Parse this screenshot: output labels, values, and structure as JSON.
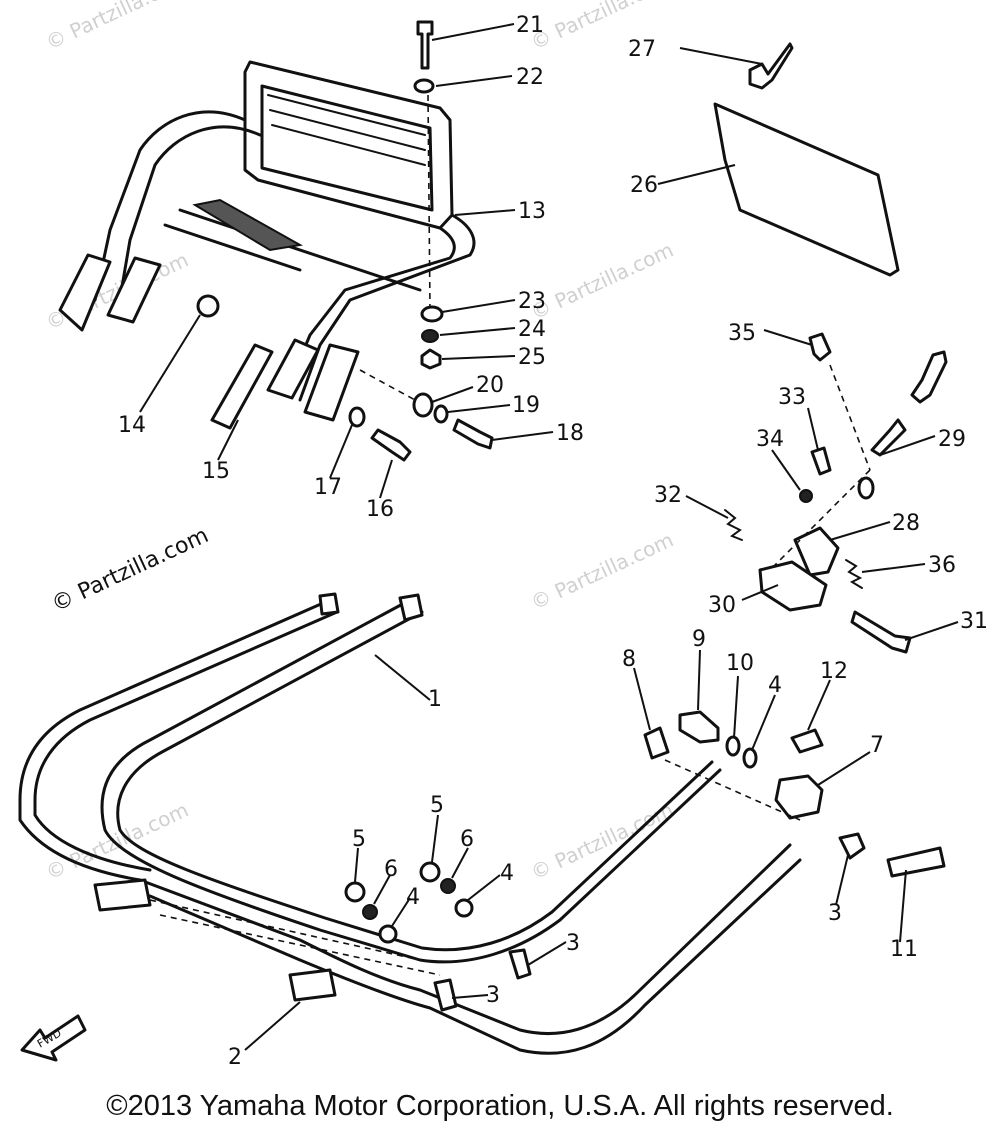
{
  "callouts": {
    "c1": "1",
    "c2": "2",
    "c3a": "3",
    "c3b": "3",
    "c3c": "3",
    "c4a": "4",
    "c4b": "4",
    "c4c": "4",
    "c5a": "5",
    "c5b": "5",
    "c6a": "6",
    "c6b": "6",
    "c7": "7",
    "c8": "8",
    "c9": "9",
    "c10": "10",
    "c11": "11",
    "c12": "12",
    "c13": "13",
    "c14": "14",
    "c15": "15",
    "c16": "16",
    "c17": "17",
    "c18": "18",
    "c19": "19",
    "c20": "20",
    "c21": "21",
    "c22": "22",
    "c23": "23",
    "c24": "24",
    "c25": "25",
    "c26": "26",
    "c27": "27",
    "c28": "28",
    "c29": "29",
    "c30": "30",
    "c31": "31",
    "c32": "32",
    "c33": "33",
    "c34": "34",
    "c35": "35",
    "c36": "36"
  },
  "watermark": {
    "main": "© Partzilla.com",
    "faint": "© Partzilla.com"
  },
  "badge": {
    "fwd": "FWD"
  },
  "copyright": "©2013 Yamaha Motor Corporation, U.S.A. All rights reserved."
}
